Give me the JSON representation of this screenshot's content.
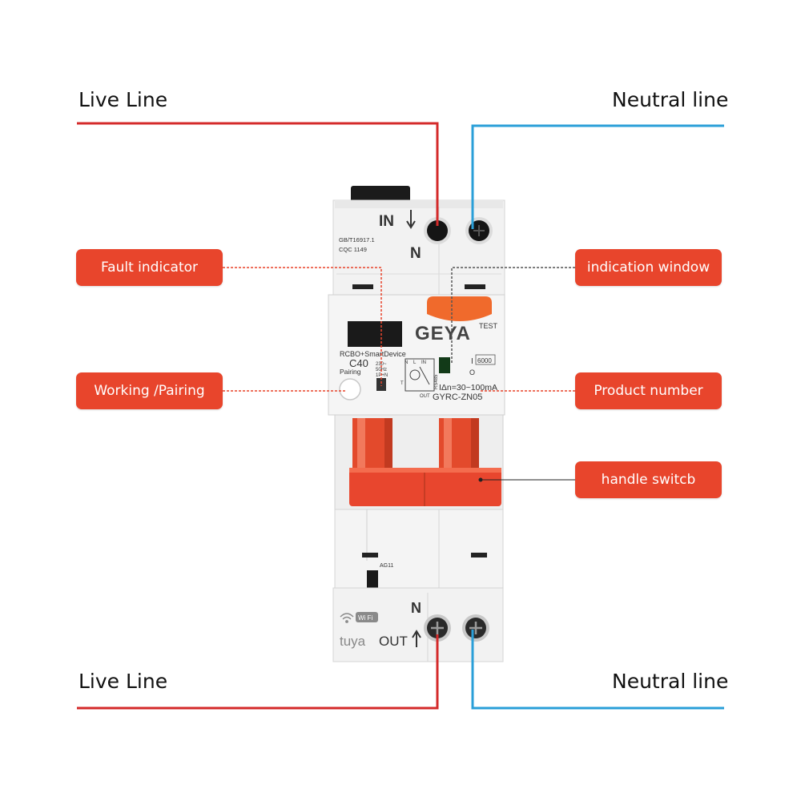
{
  "headers": {
    "top_left": "Live Line",
    "top_right": "Neutral line",
    "bottom_left": "Live Line",
    "bottom_right": "Neutral line"
  },
  "callouts": {
    "fault_indicator": "Fault indicator",
    "indication_window": "indication window",
    "working_pairing": "Working /Pairing",
    "product_number": "Product number",
    "handle_switch": "handle switcb"
  },
  "device": {
    "top_in": "IN",
    "top_n": "N",
    "cert_line1": "GB/T16917.1",
    "cert_line2": "CQC 1149",
    "brand": "GEYA",
    "test_label": "TEST",
    "type_label": "RCBO+SmartDevice",
    "rating": "C40",
    "pairing_label": "Pairing",
    "spec_230": "230~",
    "spec_50hz": "50Hz",
    "spec_1pn": "1P+N",
    "diag_n": "N",
    "diag_l": "L",
    "diag_in": "IN",
    "diag_out": "OUT",
    "diag_t": "T",
    "rs485": "RS485",
    "switch_on": "I",
    "switch_off": "O",
    "breaking": "6000",
    "residual": "IΔn=30~100mA",
    "model": "GYRC-ZN05",
    "ag_label": "AG11",
    "wifi_label": "Wi Fi",
    "tuya_label": "tuya",
    "bottom_n": "N",
    "bottom_out": "OUT"
  },
  "colors": {
    "live": "#d42a2a",
    "neutral": "#2a9fd8",
    "callout_bg": "#e8452c",
    "handle": "#e8462e"
  }
}
